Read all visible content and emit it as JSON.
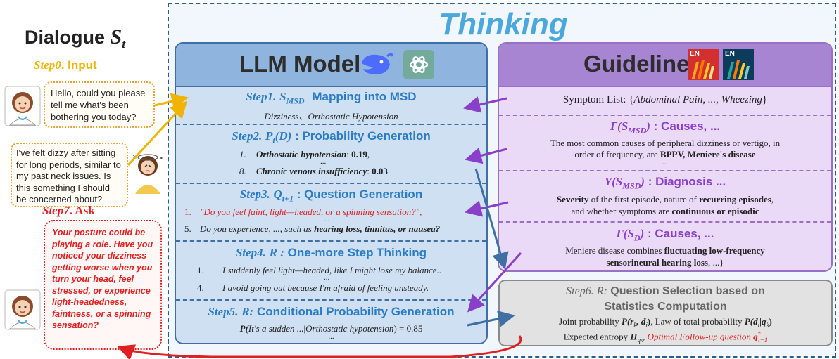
{
  "dialogue": {
    "title": "Dialogue",
    "title_var": "S",
    "title_sub": "t",
    "step0_label": "Step0",
    "step0_text": ". Input",
    "doctor_question": "Hello, could you please tell me what's been bothering you today?",
    "patient_reply": "I've felt dizzy after sitting for long periods, similar to my past neck issues. Is this something I should be concerned about?",
    "step7_label": "Step7",
    "step7_text": ". Ask",
    "ask_text": "Your posture could be playing a role. Have you noticed your dizziness getting worse when you turn your head, feel stressed, or experience light-headedness, faintness, or a spinning sensation?"
  },
  "thinking": {
    "title": "Thinking"
  },
  "llm": {
    "title": "LLM Model",
    "step1": {
      "label": "Step1.",
      "var": "S",
      "sub": "MSD",
      "title": "Mapping into MSD",
      "items": "Dizziness、Orthostatic Hypotension"
    },
    "step2": {
      "label": "Step2.",
      "var": "P",
      "sub": "t",
      "arg": "(D)",
      "title": ": Probability Generation",
      "line1_num": "1.",
      "line1_text": "Orthostatic hypotension",
      "line1_val": "0.19",
      "ellipsis": "...",
      "line2_num": "8.",
      "line2_text": "Chronic venous insufficiency",
      "line2_val": "0.03"
    },
    "step3": {
      "label": "Step3.",
      "var": "Q",
      "sub": "t+1",
      "title": ": Question Generation",
      "line1_num": "1.",
      "line1_text": "\"Do you feel faint, light—headed, or a spinning sensation?\",",
      "ellipsis": "...",
      "line2_num": "5.",
      "line2_pre": "Do you experience,  ..., such as ",
      "line2_bold": "hearing loss, tinnitus, or nausea?"
    },
    "step4": {
      "label": "Step4.",
      "var": "R :",
      "title": "One-more Step Thinking",
      "line1_num": "1.",
      "line1_text": "I suddenly feel light—headed, like I might lose my balance..",
      "ellipsis": "...",
      "line2_num": "4.",
      "line2_text": "I avoid going out because I'm afraid of feeling unsteady."
    },
    "step5": {
      "label": "Step5.",
      "var": "R:",
      "title": "Conditional Probability Generation",
      "formula_pre": "P(",
      "formula_arg": "It's a sudden ...",
      "formula_bar": "|",
      "formula_cond": "Orthostatic hypotension",
      "formula_post": ") = 0.85",
      "ellipsis": "..."
    }
  },
  "guideline": {
    "title": "Guideline",
    "badge1": "EN",
    "badge2": "EN",
    "symptom_label": "Symptom List: {",
    "symptom_items": "Abdominal Pain, ..., Wheezing",
    "symptom_close": "}",
    "g1": {
      "sym": "Γ(S",
      "sub": "MSD",
      "close": ")",
      "title": ": Causes, ...",
      "text1": "The most common causes of peripheral dizziness or vertigo, in",
      "text2_pre": "order of frequency, are ",
      "text2_bold": "BPPV, Meniere's disease",
      "ellipsis": "..."
    },
    "g2": {
      "sym": "Υ(S",
      "sub": "MSD",
      "close": ")",
      "title": ": Diagnosis ...",
      "t1_b": "Severity",
      "t1_m": " of the first episode, nature of ",
      "t1_b2": "recurring episodes",
      "t1_e": ",",
      "t2_m": "and whether symptoms are ",
      "t2_b": "continuous or episodic"
    },
    "g3": {
      "sym": "Γ(S",
      "sub": "D",
      "close": ")",
      "title": ": Causes, ...",
      "t1_m": "Meniere disease combines ",
      "t1_b": "fluctuating low-frequency",
      "t2_b": "sensorineural hearing loss",
      "t2_e": ", ...}"
    }
  },
  "selection": {
    "label": "Step6. R:",
    "title1": "Question Selection based on",
    "title2": "Statistics Computation",
    "l1_a": "Joint probability ",
    "l1_f1": "P(r",
    "l1_f1b": "k",
    "l1_f1c": ", d",
    "l1_f1d": "i",
    "l1_f1e": ")",
    "l1_b": ", Law of total probability ",
    "l1_f2": "P(d",
    "l1_f2b": "i",
    "l1_f2c": "|q",
    "l1_f2d": "k",
    "l1_f2e": ")",
    "l2_a": "Expected entropy ",
    "l2_f": "H",
    "l2_fsub": "q",
    "l2_fsub2": "k",
    "l2_comma": ",",
    "l2_red": " Optimal Follow-up question ",
    "l2_q": "q",
    "l2_qsub": "t+1",
    "l2_qsup": "*"
  },
  "colors": {
    "blue": "#2a7cc4",
    "purple": "#8a3fc8",
    "red": "#e02020",
    "orange": "#f0b400"
  }
}
